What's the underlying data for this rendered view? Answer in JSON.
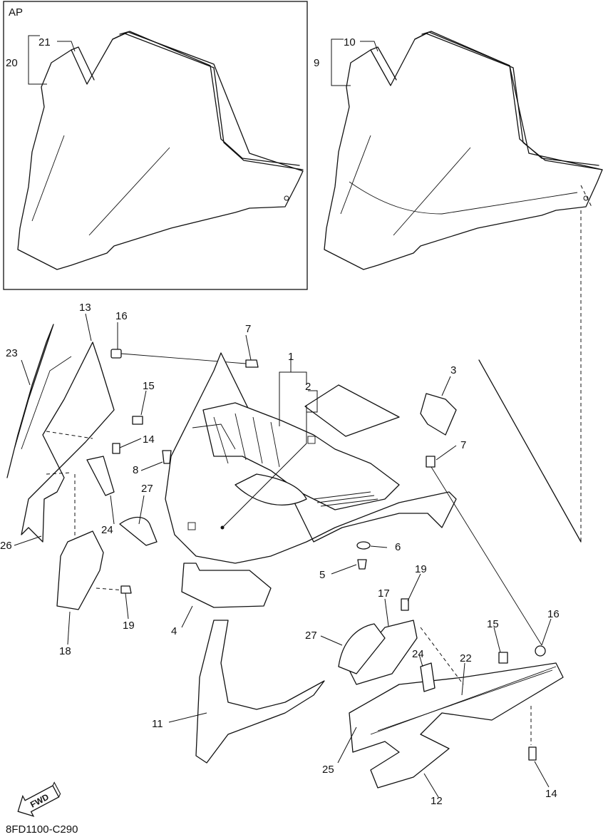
{
  "inset_label": "AP",
  "diagram_code": "8FD1100-C290",
  "fwd_label": "FWD",
  "callouts": {
    "c1": "1",
    "c2": "2",
    "c3": "3",
    "c4": "4",
    "c5": "5",
    "c6": "6",
    "c7a": "7",
    "c7b": "7",
    "c8": "8",
    "c9": "9",
    "c10": "10",
    "c11": "11",
    "c12": "12",
    "c13": "13",
    "c14a": "14",
    "c14b": "14",
    "c15a": "15",
    "c15b": "15",
    "c16a": "16",
    "c16b": "16",
    "c17": "17",
    "c18": "18",
    "c19a": "19",
    "c19b": "19",
    "c20": "20",
    "c21": "21",
    "c22": "22",
    "c23": "23",
    "c24a": "24",
    "c24b": "24",
    "c25": "25",
    "c26": "26",
    "c27a": "27",
    "c27b": "27"
  }
}
